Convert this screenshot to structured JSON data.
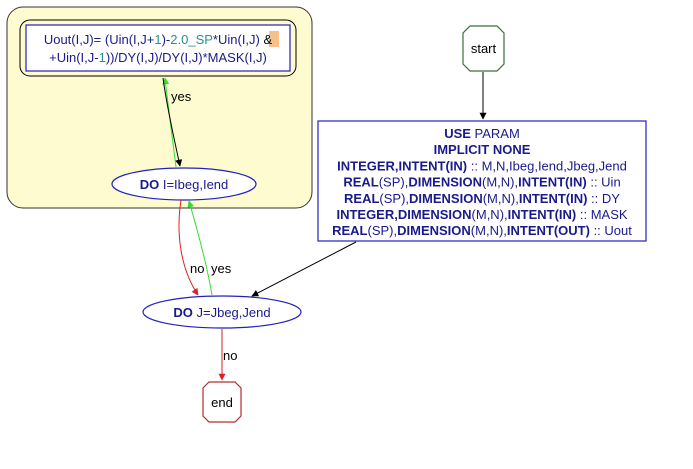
{
  "nodes": {
    "start": {
      "label": "start"
    },
    "end": {
      "label": "end"
    },
    "declarations": {
      "lines": [
        [
          {
            "t": "USE",
            "k": "kw"
          },
          {
            "t": " PARAM",
            "k": "tx"
          }
        ],
        [
          {
            "t": "IMPLICIT NONE",
            "k": "kw"
          }
        ],
        [
          {
            "t": "INTEGER,INTENT(IN)",
            "k": "kw"
          },
          {
            "t": " :: M,N,Ibeg,Iend,Jbeg,Jend",
            "k": "tx"
          }
        ],
        [
          {
            "t": "REAL",
            "k": "kw"
          },
          {
            "t": "(SP),",
            "k": "tx"
          },
          {
            "t": "DIMENSION",
            "k": "kw"
          },
          {
            "t": "(M,N),",
            "k": "tx"
          },
          {
            "t": "INTENT(IN)",
            "k": "kw"
          },
          {
            "t": " :: Uin",
            "k": "tx"
          }
        ],
        [
          {
            "t": "REAL",
            "k": "kw"
          },
          {
            "t": "(SP),",
            "k": "tx"
          },
          {
            "t": "DIMENSION",
            "k": "kw"
          },
          {
            "t": "(M,N),",
            "k": "tx"
          },
          {
            "t": "INTENT(IN)",
            "k": "kw"
          },
          {
            "t": " :: DY",
            "k": "tx"
          }
        ],
        [
          {
            "t": "INTEGER,DIMENSION",
            "k": "kw"
          },
          {
            "t": "(M,N),",
            "k": "tx"
          },
          {
            "t": "INTENT(IN)",
            "k": "kw"
          },
          {
            "t": " :: MASK",
            "k": "tx"
          }
        ],
        [
          {
            "t": "REAL",
            "k": "kw"
          },
          {
            "t": "(SP),",
            "k": "tx"
          },
          {
            "t": "DIMENSION",
            "k": "kw"
          },
          {
            "t": "(M,N),",
            "k": "tx"
          },
          {
            "t": "INTENT(OUT)",
            "k": "kw"
          },
          {
            "t": " :: Uout",
            "k": "tx"
          }
        ]
      ]
    },
    "assignment": {
      "lines": [
        [
          {
            "t": "Uout(I,J)= (Uin(I,J+",
            "k": "tx"
          },
          {
            "t": "1",
            "k": "num"
          },
          {
            "t": ")-",
            "k": "tx"
          },
          {
            "t": "2.0_SP",
            "k": "num"
          },
          {
            "t": "*Uin(I,J) ",
            "k": "tx"
          },
          {
            "t": "&",
            "k": "amp"
          }
        ],
        [
          {
            "t": "+Uin(I,J-",
            "k": "tx"
          },
          {
            "t": "1",
            "k": "num"
          },
          {
            "t": "))/DY(I,J)/DY(I,J)*MASK(I,J)",
            "k": "tx"
          }
        ]
      ]
    },
    "loop_j": {
      "keyword": "DO",
      "rest": " J=Jbeg,Jend"
    },
    "loop_i": {
      "keyword": "DO",
      "rest": " I=Ibeg,Iend"
    }
  },
  "edges": {
    "i_yes": "yes",
    "i_no": "no",
    "j_yes": "yes",
    "j_no": "no"
  },
  "colors": {
    "node_border": "#2222bb",
    "start_border": "#3a6e3a",
    "end_border": "#b03030",
    "loop_region_fill": "#fffbd0",
    "loop_region_stroke": "#333333",
    "yes_edge": "#33dd33",
    "no_edge": "#dd2222",
    "plain_edge": "#000000",
    "amp_bg": "#f5c08a"
  }
}
